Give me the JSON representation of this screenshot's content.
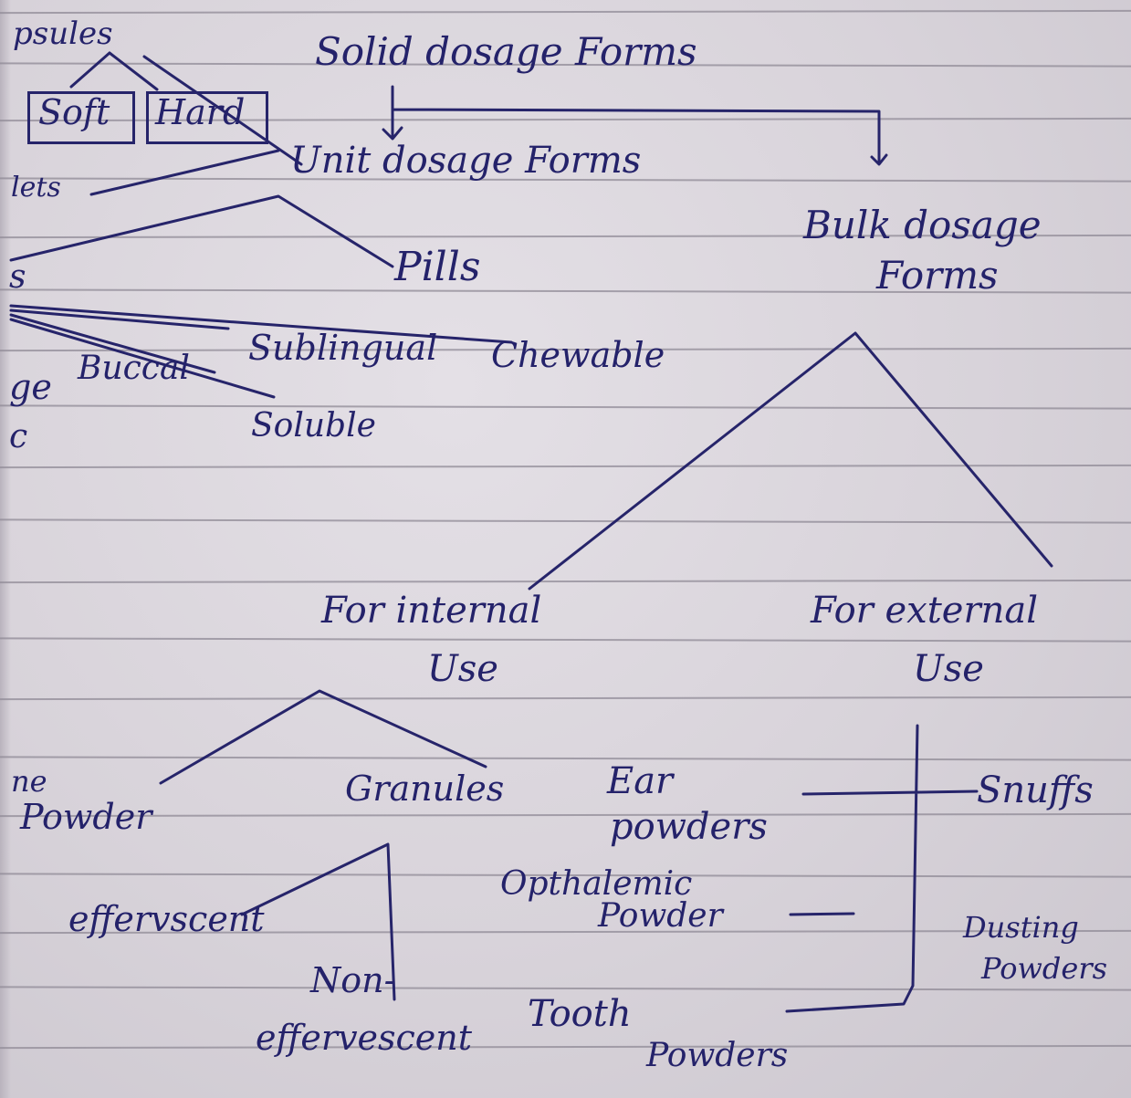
{
  "diagram": {
    "title": "Solid dosage Forms",
    "unit": "Unit dosage Forms",
    "bulk": [
      "Bulk dosage",
      "Forms"
    ],
    "capsules": "psules",
    "soft": "Soft",
    "hard": "Hard",
    "tablets": "lets",
    "s_fragment": "s",
    "pills": "Pills",
    "buccal": "Buccal",
    "sublingual": "Sublingual",
    "chewable": "Chewable",
    "soluble": "Soluble",
    "ge_fragment": "ge",
    "c_fragment": "c",
    "internal": [
      "For internal",
      "Use"
    ],
    "external": [
      "For external",
      "Use"
    ],
    "simple_powder": [
      "ne",
      "Powder"
    ],
    "granules": "Granules",
    "effervescent": "effervscent",
    "non_effervescent": [
      "Non-",
      "effervescent"
    ],
    "ear": [
      "Ear",
      "powders"
    ],
    "ophthalmic": [
      "Opthalemic",
      "Powder"
    ],
    "tooth": [
      "Tooth",
      "Powders"
    ],
    "snuffs": "Snuffs",
    "dusting": [
      "Dusting",
      "Powders"
    ]
  },
  "colors": {
    "ink": "#26246a",
    "paper": "#dcd7de",
    "rule": "#8f8a96"
  }
}
